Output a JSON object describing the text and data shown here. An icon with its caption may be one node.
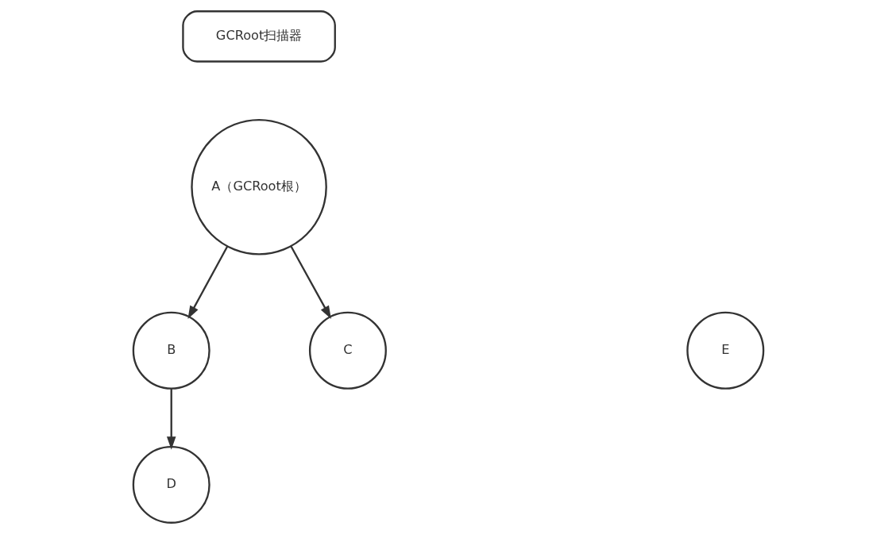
{
  "diagram": {
    "nodes": [
      {
        "text": [
          "GCRoot扫描器"
        ]
      },
      {
        "text": [
          "A（GCRoot根）"
        ]
      },
      {
        "text": [
          "B"
        ]
      },
      {
        "text": [
          "C"
        ]
      },
      {
        "text": [
          "E"
        ]
      },
      {
        "text": [
          "D"
        ]
      }
    ],
    "edges": [
      {
        "from": 1,
        "to": 2,
        "arrow": "to"
      },
      {
        "from": 1,
        "to": 3,
        "arrow": "to"
      },
      {
        "from": 2,
        "to": 5,
        "arrow": "to"
      }
    ]
  }
}
